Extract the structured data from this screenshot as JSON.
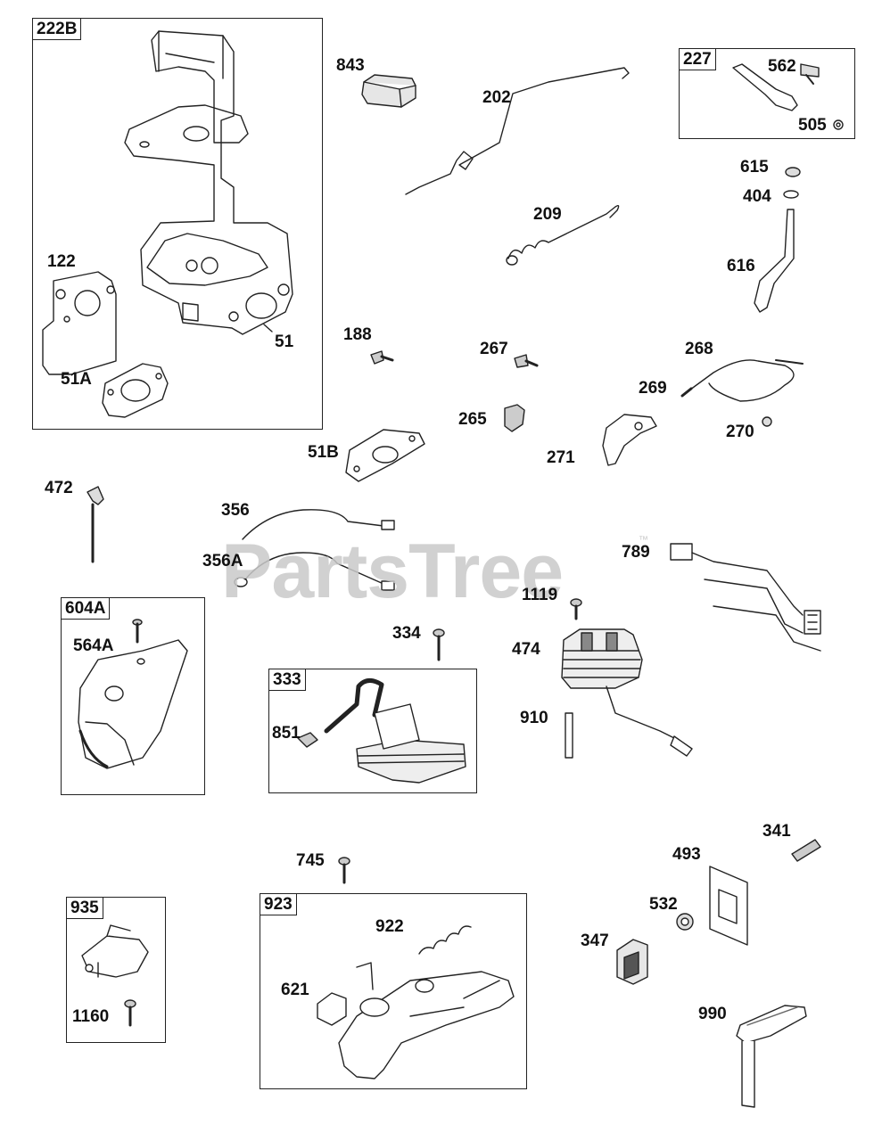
{
  "watermark": {
    "text": "PartsTree",
    "tm": "™"
  },
  "groups": {
    "g222B": "222B",
    "g227": "227",
    "g604A": "604A",
    "g333": "333",
    "g935": "935",
    "g923": "923"
  },
  "labels": {
    "p843": "843",
    "p202": "202",
    "p562": "562",
    "p505": "505",
    "p615": "615",
    "p404": "404",
    "p209": "209",
    "p616": "616",
    "p122": "122",
    "p51": "51",
    "p51A": "51A",
    "p188": "188",
    "p267": "267",
    "p268": "268",
    "p269": "269",
    "p265": "265",
    "p270": "270",
    "p271": "271",
    "p51B": "51B",
    "p472": "472",
    "p356": "356",
    "p356A": "356A",
    "p789": "789",
    "p1119": "1119",
    "p564A": "564A",
    "p334": "334",
    "p474": "474",
    "p851": "851",
    "p910": "910",
    "p341": "341",
    "p745": "745",
    "p493": "493",
    "p532": "532",
    "p922": "922",
    "p347": "347",
    "p621": "621",
    "p990": "990",
    "p1160": "1160"
  },
  "colors": {
    "line": "#222222",
    "fill": "#ffffff",
    "shade": "#d9d9d9",
    "dark": "#555555",
    "watermark": "#c9c9c9"
  }
}
